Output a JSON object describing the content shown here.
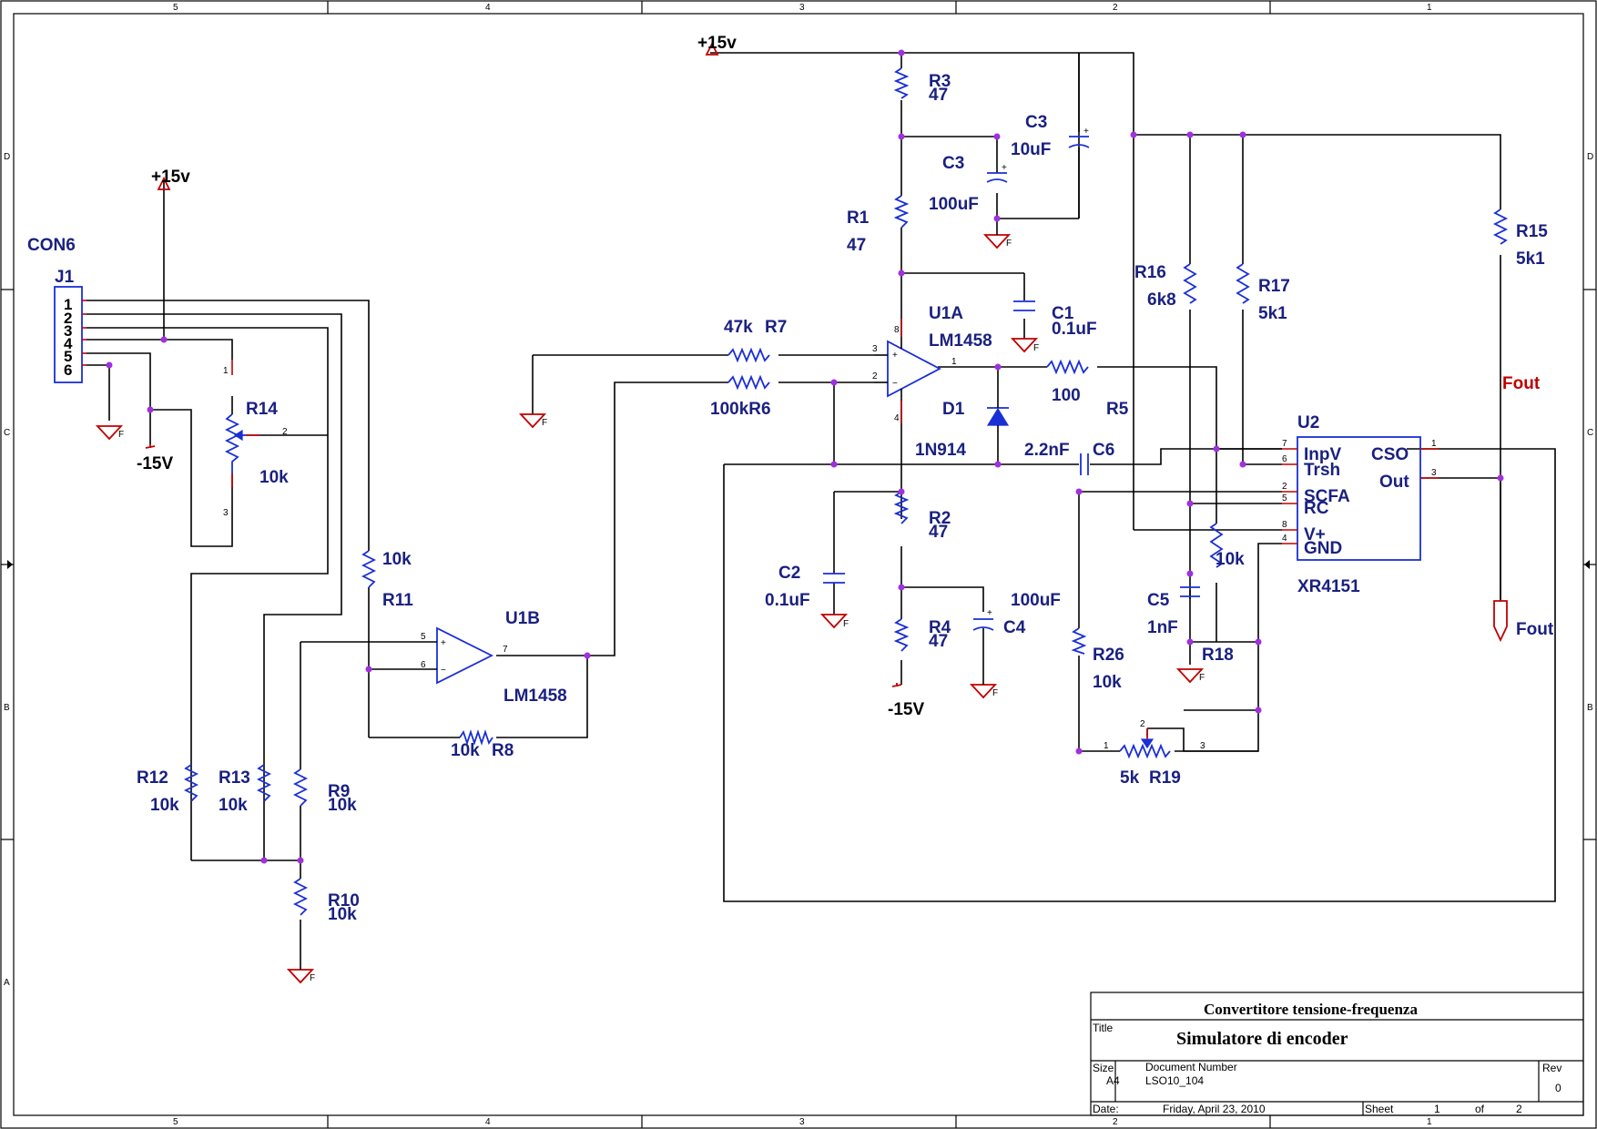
{
  "zone_cols": [
    "5",
    "4",
    "3",
    "2",
    "1"
  ],
  "zone_rows": [
    "D",
    "C",
    "B",
    "A"
  ],
  "power": {
    "pos15_top": "+15v",
    "pos15_left": "+15v",
    "neg15_left": "-15V",
    "neg15_mid": "-15V"
  },
  "connector": {
    "name": "CON6",
    "ref": "J1",
    "pins": [
      "1",
      "2",
      "3",
      "4",
      "5",
      "6"
    ]
  },
  "components": {
    "R3": {
      "ref": "R3",
      "value": "47"
    },
    "R1": {
      "ref": "R1",
      "value": "47"
    },
    "R2": {
      "ref": "R2",
      "value": "47"
    },
    "R4": {
      "ref": "R4",
      "value": "47"
    },
    "C3a": {
      "ref": "C3",
      "value": "10uF"
    },
    "C3b": {
      "ref": "C3",
      "value": "100uF"
    },
    "C1": {
      "ref": "C1",
      "value": "0.1uF"
    },
    "C2": {
      "ref": "C2",
      "value": "0.1uF"
    },
    "C4": {
      "ref": "C4",
      "value": "100uF"
    },
    "C5": {
      "ref": "C5",
      "value": "1nF"
    },
    "C6": {
      "ref": "C6",
      "value": "2.2nF"
    },
    "R5": {
      "ref": "R5",
      "value": "100"
    },
    "R6": {
      "ref": "100kR6"
    },
    "R7": {
      "ref": "R7",
      "value": "47k"
    },
    "R8": {
      "ref": "R8",
      "value": "10k"
    },
    "R9": {
      "ref": "R9",
      "value": "10k"
    },
    "R10": {
      "ref": "R10",
      "value": "10k"
    },
    "R11": {
      "ref": "R11",
      "value": "10k"
    },
    "R12": {
      "ref": "R12",
      "value": "10k"
    },
    "R13": {
      "ref": "R13",
      "value": "10k"
    },
    "R14": {
      "ref": "R14",
      "value": "10k"
    },
    "R15": {
      "ref": "R15",
      "value": "5k1"
    },
    "R16": {
      "ref": "R16",
      "value": "6k8"
    },
    "R17": {
      "ref": "R17",
      "value": "5k1"
    },
    "R18": {
      "ref": "R18",
      "value": "10k"
    },
    "R19": {
      "ref": "R19",
      "value": "5k"
    },
    "R26": {
      "ref": "R26",
      "value": "10k"
    },
    "D1": {
      "ref": "D1",
      "value": "1N914"
    },
    "U1A": {
      "ref": "U1A",
      "value": "LM1458"
    },
    "U1B": {
      "ref": "U1B",
      "value": "LM1458"
    },
    "U2": {
      "ref": "U2",
      "value": "XR4151"
    }
  },
  "u2_pins": {
    "left": [
      "InpV",
      "Trsh",
      "SCFA",
      "RC",
      "V+",
      "GND"
    ],
    "right": [
      "CSO",
      "Out"
    ]
  },
  "net_labels": {
    "fout_net": "Fout",
    "fout_port": "Fout"
  },
  "title_block": {
    "company": "Convertitore tensione-frequenza",
    "title_label": "Title",
    "title": "Simulatore di encoder",
    "size_label": "Size",
    "size": "A4",
    "docnum_label": "Document Number",
    "docnum": "LSO10_104",
    "rev_label": "Rev",
    "rev": "0",
    "date_label": "Date:",
    "date": "Friday, April 23, 2010",
    "sheet_label": "Sheet",
    "sheet_num": "1",
    "of_label": "of",
    "sheet_total": "2"
  }
}
